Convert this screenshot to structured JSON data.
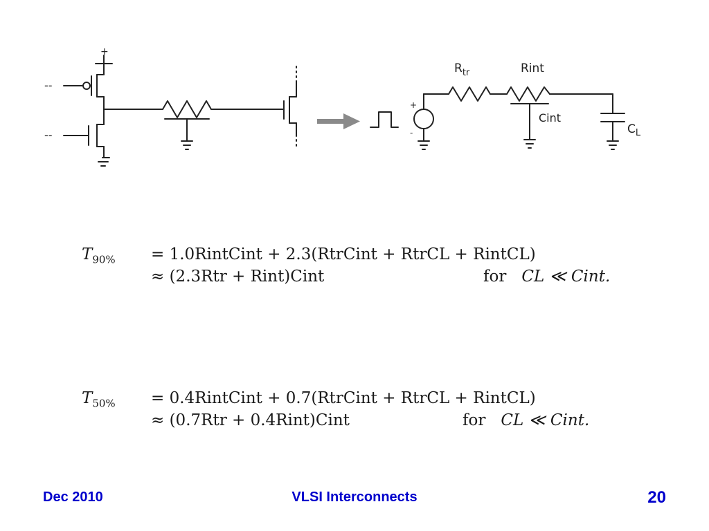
{
  "circuit": {
    "driver_label": "R",
    "driver_label_sub": "tr",
    "wire_resistance_label": "Rint",
    "wire_capacitance_label": "Cint",
    "load_capacitance_label": "C",
    "load_capacitance_sub": "L",
    "source_plus": "+",
    "source_minus": "-",
    "supply_plus": "+",
    "dashes_top": "--",
    "dashes_bottom": "--"
  },
  "equations": [
    {
      "lhs": "T",
      "lhs_sub": "90%",
      "line1": "= 1.0RintCint + 2.3(RtrCint + RtrCL + RintCL)",
      "line2": "≈ (2.3Rtr + Rint)Cint",
      "cond_for": "for",
      "cond_rel": "CL ≪ Cint."
    },
    {
      "lhs": "T",
      "lhs_sub": "50%",
      "line1": "= 0.4RintCint + 0.7(RtrCint + RtrCL + RintCL)",
      "line2": "≈ (0.7Rtr + 0.4Rint)Cint",
      "cond_for": "for",
      "cond_rel": "CL ≪ Cint."
    }
  ],
  "footer": {
    "date": "Dec 2010",
    "title": "VLSI Interconnects",
    "page": "20"
  }
}
